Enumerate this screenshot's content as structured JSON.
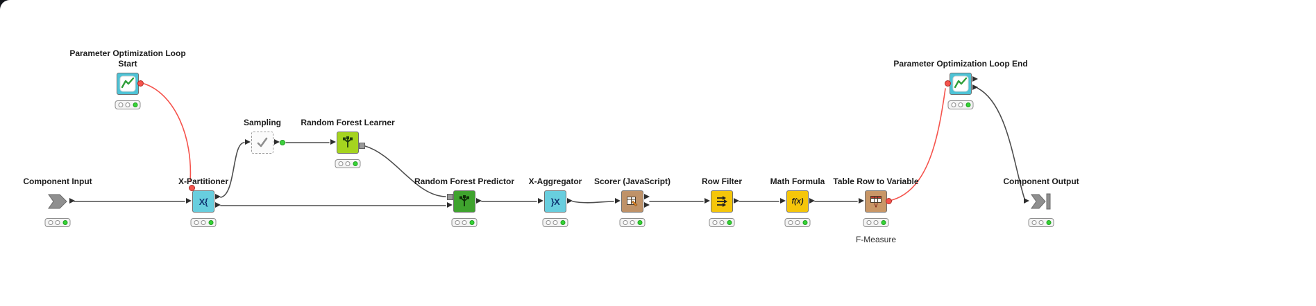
{
  "app": {
    "name": "KNIME workflow canvas",
    "canvas_background": "#ffffff",
    "chrome_corner_color": "#12141a"
  },
  "palette": {
    "data_connection": "#4d4d4d",
    "flow_variable_connection": "#f5544d",
    "traffic_light_green": "#35d435",
    "node_border": "#6f6f6f"
  },
  "nodes": [
    {
      "label": "Parameter Optimization Loop\nStart",
      "color": "#4ec3d6",
      "icon": "line-chart-icon",
      "status": "executed"
    },
    {
      "label": "Component Input",
      "color": "#8f8f8f",
      "icon": "component-input-arrow-icon",
      "status": "executed"
    },
    {
      "label": "X-Partitioner",
      "color": "#68cede",
      "icon": "x-partitioner-glyph",
      "icon_text": "X{",
      "status": "executed"
    },
    {
      "label": "Sampling",
      "color": "#fbfbfb",
      "icon": "checkmark-icon",
      "status": "metanode"
    },
    {
      "label": "Random Forest Learner",
      "color": "#a5d41f",
      "icon": "tree-icon",
      "status": "executed"
    },
    {
      "label": "Random Forest Predictor",
      "color": "#3fa32e",
      "icon": "tree-icon",
      "status": "executed"
    },
    {
      "label": "X-Aggregator",
      "color": "#68cede",
      "icon": "x-aggregator-glyph",
      "icon_text": "}X",
      "status": "executed"
    },
    {
      "label": "Scorer (JavaScript)",
      "color": "#bf9268",
      "icon": "score-table-icon",
      "status": "executed"
    },
    {
      "label": "Row Filter",
      "color": "#f5c60a",
      "icon": "row-filter-arrows-icon",
      "status": "executed"
    },
    {
      "label": "Math Formula",
      "color": "#f5c60a",
      "icon": "fx-glyph",
      "icon_text": "f(x)",
      "status": "executed"
    },
    {
      "label": "Table Row to Variable",
      "color": "#c99767",
      "icon": "table-to-variable-icon",
      "icon_text": "V",
      "annotation": "F-Measure",
      "status": "executed"
    },
    {
      "label": "Parameter Optimization Loop End",
      "color": "#4ec3d6",
      "icon": "line-chart-icon",
      "status": "executed"
    },
    {
      "label": "Component Output",
      "color": "#8f8f8f",
      "icon": "component-output-arrow-icon",
      "status": "executed"
    }
  ],
  "connections": [
    {
      "from": "Parameter Optimization Loop Start",
      "to": "X-Partitioner",
      "type": "flow-variable"
    },
    {
      "from": "Component Input",
      "to": "X-Partitioner",
      "type": "data"
    },
    {
      "from": "X-Partitioner",
      "to": "Sampling",
      "type": "data"
    },
    {
      "from": "Sampling",
      "to": "Random Forest Learner",
      "type": "data"
    },
    {
      "from": "Random Forest Learner",
      "to": "Random Forest Predictor",
      "type": "model"
    },
    {
      "from": "X-Partitioner",
      "to": "Random Forest Predictor",
      "type": "data"
    },
    {
      "from": "Random Forest Predictor",
      "to": "X-Aggregator",
      "type": "data"
    },
    {
      "from": "X-Aggregator",
      "to": "Scorer (JavaScript)",
      "type": "data"
    },
    {
      "from": "Scorer (JavaScript)",
      "to": "Row Filter",
      "type": "data"
    },
    {
      "from": "Row Filter",
      "to": "Math Formula",
      "type": "data"
    },
    {
      "from": "Math Formula",
      "to": "Table Row to Variable",
      "type": "data"
    },
    {
      "from": "Table Row to Variable",
      "to": "Parameter Optimization Loop End",
      "type": "flow-variable"
    },
    {
      "from": "Parameter Optimization Loop End",
      "to": "Component Output",
      "type": "data"
    }
  ]
}
